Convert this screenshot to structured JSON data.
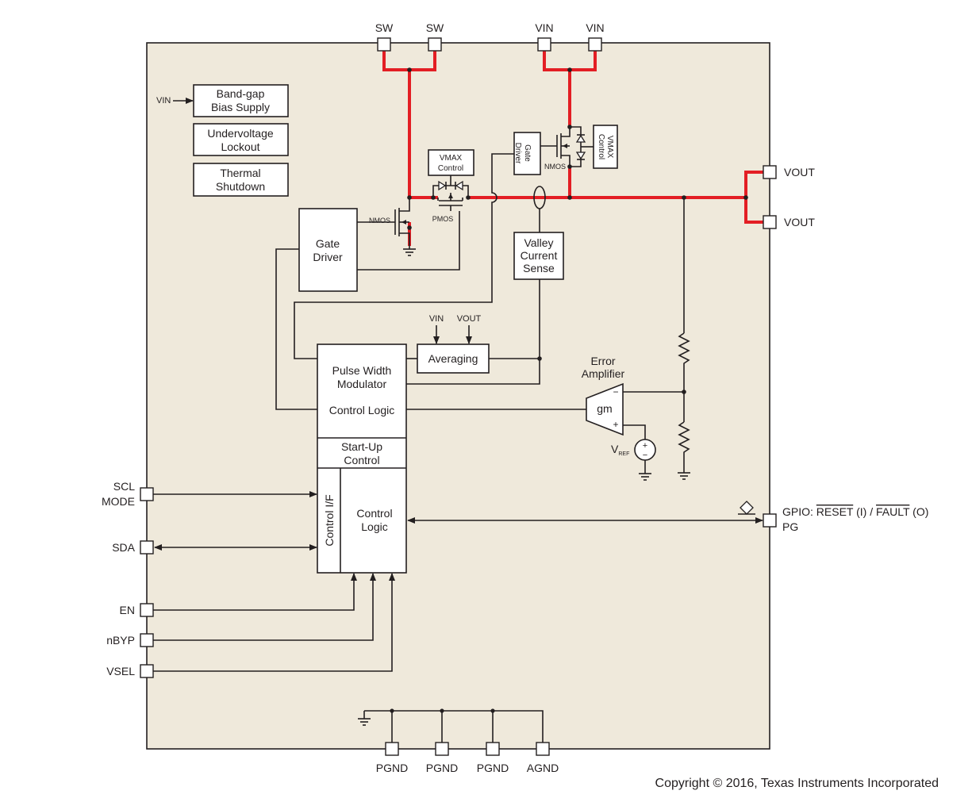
{
  "pins": {
    "sw1": "SW",
    "sw2": "SW",
    "vin1": "VIN",
    "vin2": "VIN",
    "vout1": "VOUT",
    "vout2": "VOUT",
    "scl": "SCL",
    "mode": "MODE",
    "sda": "SDA",
    "en": "EN",
    "nbyp": "nBYP",
    "vsel": "VSEL",
    "gpio_prefix": "GPIO: ",
    "gpio_reset": "RESET",
    "gpio_mid": " (I) / ",
    "gpio_fault": "FAULT",
    "gpio_suffix": " (O)",
    "pg": "PG",
    "pgnd1": "PGND",
    "pgnd2": "PGND",
    "pgnd3": "PGND",
    "agnd": "AGND"
  },
  "blocks": {
    "bandgap_line1": "Band-gap",
    "bandgap_line2": "Bias Supply",
    "uvlo_line1": "Undervoltage",
    "uvlo_line2": "Lockout",
    "thermal_line1": "Thermal",
    "thermal_line2": "Shutdown",
    "gate_driver_line1": "Gate",
    "gate_driver_line2": "Driver",
    "gate_driver_small_line1": "Gate",
    "gate_driver_small_line2": "Driver",
    "vmax1_line1": "VMAX",
    "vmax1_line2": "Control",
    "vmax2_line1": "VMAX",
    "vmax2_line2": "Control",
    "valley_line1": "Valley",
    "valley_line2": "Current",
    "valley_line3": "Sense",
    "averaging": "Averaging",
    "pwm_line1": "Pulse Width",
    "pwm_line2": "Modulator",
    "control_logic_top": "Control Logic",
    "startup_line1": "Start-Up",
    "startup_line2": "Control",
    "control_if": "Control I/F",
    "control_logic_line1": "Control",
    "control_logic_line2": "Logic",
    "error_amp_line1": "Error",
    "error_amp_line2": "Amplifier",
    "gm": "gm"
  },
  "labels": {
    "vin_bias": "VIN",
    "nmos_low": "NMOS",
    "pmos": "PMOS",
    "nmos_high": "NMOS",
    "avg_vin": "VIN",
    "avg_vout": "VOUT",
    "vref_v": "V",
    "vref_sub": "REF",
    "amp_minus": "−",
    "amp_plus": "+",
    "src_plus": "+",
    "src_minus": "−"
  },
  "copyright": "Copyright © 2016, Texas Instruments Incorporated",
  "colors": {
    "package_fill": "#efe9db",
    "power_path": "#e31e24",
    "line": "#231f20"
  }
}
